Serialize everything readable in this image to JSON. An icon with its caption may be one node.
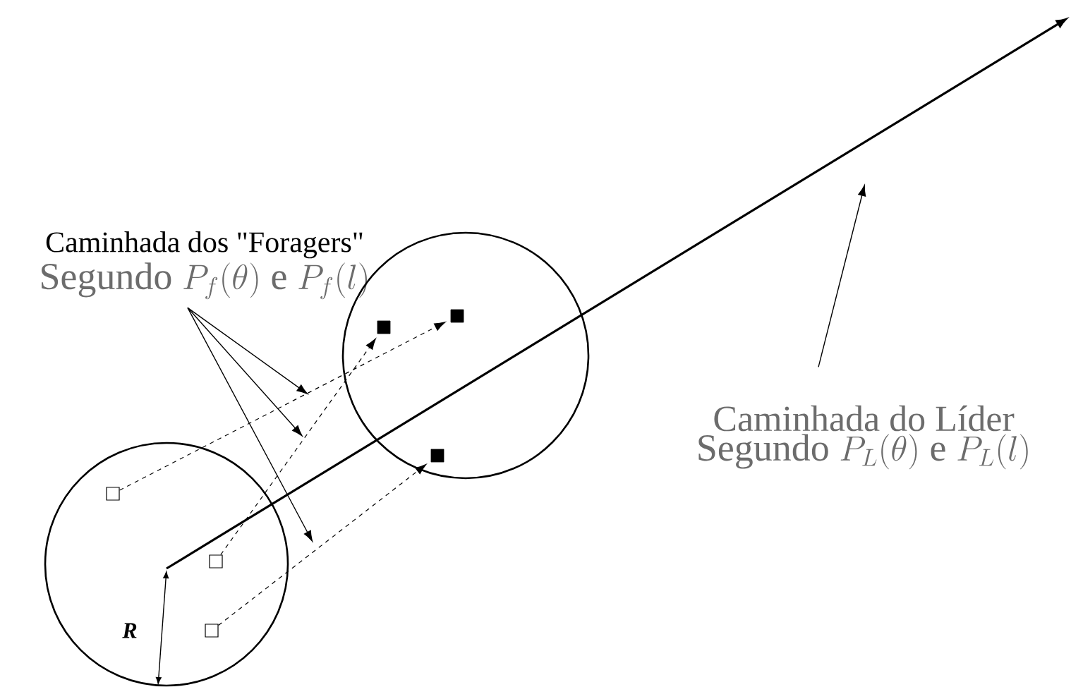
{
  "diagram": {
    "nodes": [
      {
        "text": [
          "Caminhada dos \"Foragers\"",
          "\\text{Segundo } P_f(\\theta) \\text{ e } P_f(l)"
        ]
      },
      {
        "text": [
          "Caminhada do Líder",
          "\\text{Segundo } P_L(\\theta) \\text{ e } P_L(l)"
        ]
      },
      {
        "text": [],
        "shape": "circle"
      },
      {
        "text": [],
        "shape": "circle"
      },
      {
        "text": [],
        "shape": "box",
        "in": 2
      },
      {
        "text": [],
        "shape": "box",
        "in": 2
      },
      {
        "text": [],
        "shape": "box",
        "in": 2
      },
      {
        "text": [],
        "shape": "box",
        "in": 3
      },
      {
        "text": [],
        "shape": "box",
        "in": 3
      },
      {
        "text": [],
        "shape": "box",
        "in": 3
      }
    ],
    "edges": [
      {
        "from": 4,
        "to": 8,
        "arrow": "to",
        "style": "dashed"
      },
      {
        "from": 5,
        "to": 7,
        "arrow": "to",
        "style": "dashed"
      },
      {
        "from": 6,
        "to": 9,
        "arrow": "to",
        "style": "dashed"
      },
      {
        "from": 0,
        "to": null,
        "arrow": "to"
      },
      {
        "from": 0,
        "to": null,
        "arrow": "to"
      },
      {
        "from": 0,
        "to": null,
        "arrow": "to"
      },
      {
        "from": 1,
        "to": null,
        "arrow": "to"
      }
    ],
    "labels": [
      "R"
    ]
  }
}
